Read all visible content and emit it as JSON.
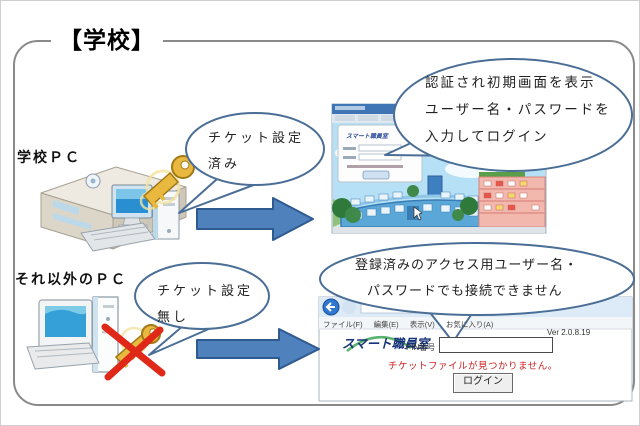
{
  "frame": {
    "title": "【学校】"
  },
  "school_row": {
    "label": "学校ＰＣ",
    "bubble": {
      "line1": "チケット設定",
      "line2": "済み"
    }
  },
  "other_row": {
    "label": "それ以外のＰＣ",
    "bubble": {
      "line1": "チケット設定",
      "line2": "無し"
    }
  },
  "auth_bubble": {
    "line1": "認証され初期画面を表示",
    "line2": "ユーザー名・パスワードを",
    "line3": "入力してログイン"
  },
  "denied_bubble": {
    "line1": "登録済みのアクセス用ユーザー名・",
    "line2": "パスワードでも接続できません"
  },
  "portal_window": {
    "logo": "スマート職員室"
  },
  "error_window": {
    "menu": [
      "ファイル(F)",
      "編集(E)",
      "表示(V)",
      "お気に入り(A)"
    ],
    "logo": "スマート職員室",
    "pin_label": "PIN番号",
    "version": "Ver 2.0.8.19",
    "error_message": "チケットファイルが見つかりません。",
    "login_button": "ログイン"
  },
  "colors": {
    "bubble_border": "#4a6e96",
    "arrow_fill": "#4f81bd",
    "arrow_border": "#2e5a8f",
    "key_gold": "#e9b93f",
    "cross_red": "#e02818",
    "error_text": "#cc2222",
    "logo_navy": "#16337a",
    "logo_green": "#3aa655"
  }
}
